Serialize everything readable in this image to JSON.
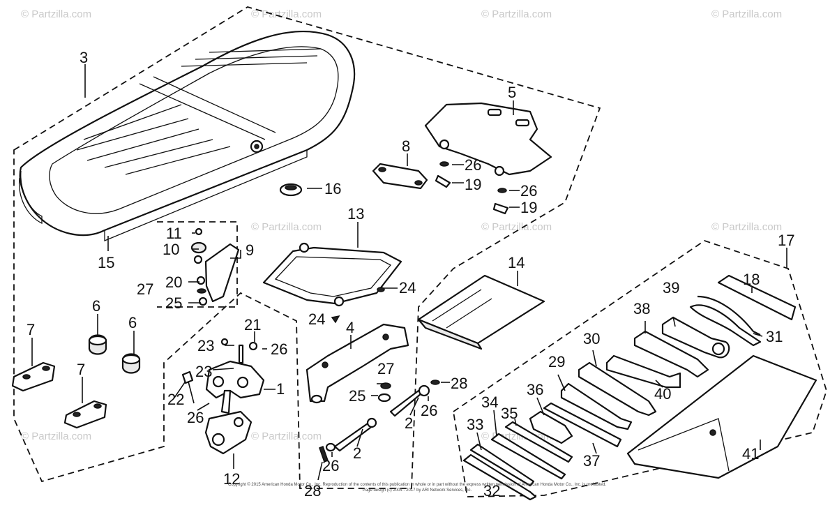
{
  "watermark": "© Partzilla.com",
  "copyright": {
    "line1": "Copyright © 2015 American Honda Motor Co., Inc. Reproduction of the contents of this publication in whole or in part without the express written permission of American Honda Motor Co., Inc. is prohibited.",
    "line2": "Page design (c) 2004 - 2017 by ARI Network Services, Inc."
  },
  "callouts": [
    "1",
    "2",
    "2",
    "3",
    "4",
    "5",
    "6",
    "6",
    "7",
    "7",
    "8",
    "9",
    "10",
    "11",
    "12",
    "13",
    "14",
    "15",
    "16",
    "17",
    "18",
    "19",
    "19",
    "20",
    "21",
    "22",
    "23",
    "23",
    "24",
    "24",
    "25",
    "25",
    "26",
    "26",
    "26",
    "26",
    "26",
    "26",
    "27",
    "27",
    "28",
    "28",
    "29",
    "30",
    "31",
    "32",
    "33",
    "34",
    "35",
    "36",
    "37",
    "38",
    "39",
    "40",
    "41"
  ]
}
